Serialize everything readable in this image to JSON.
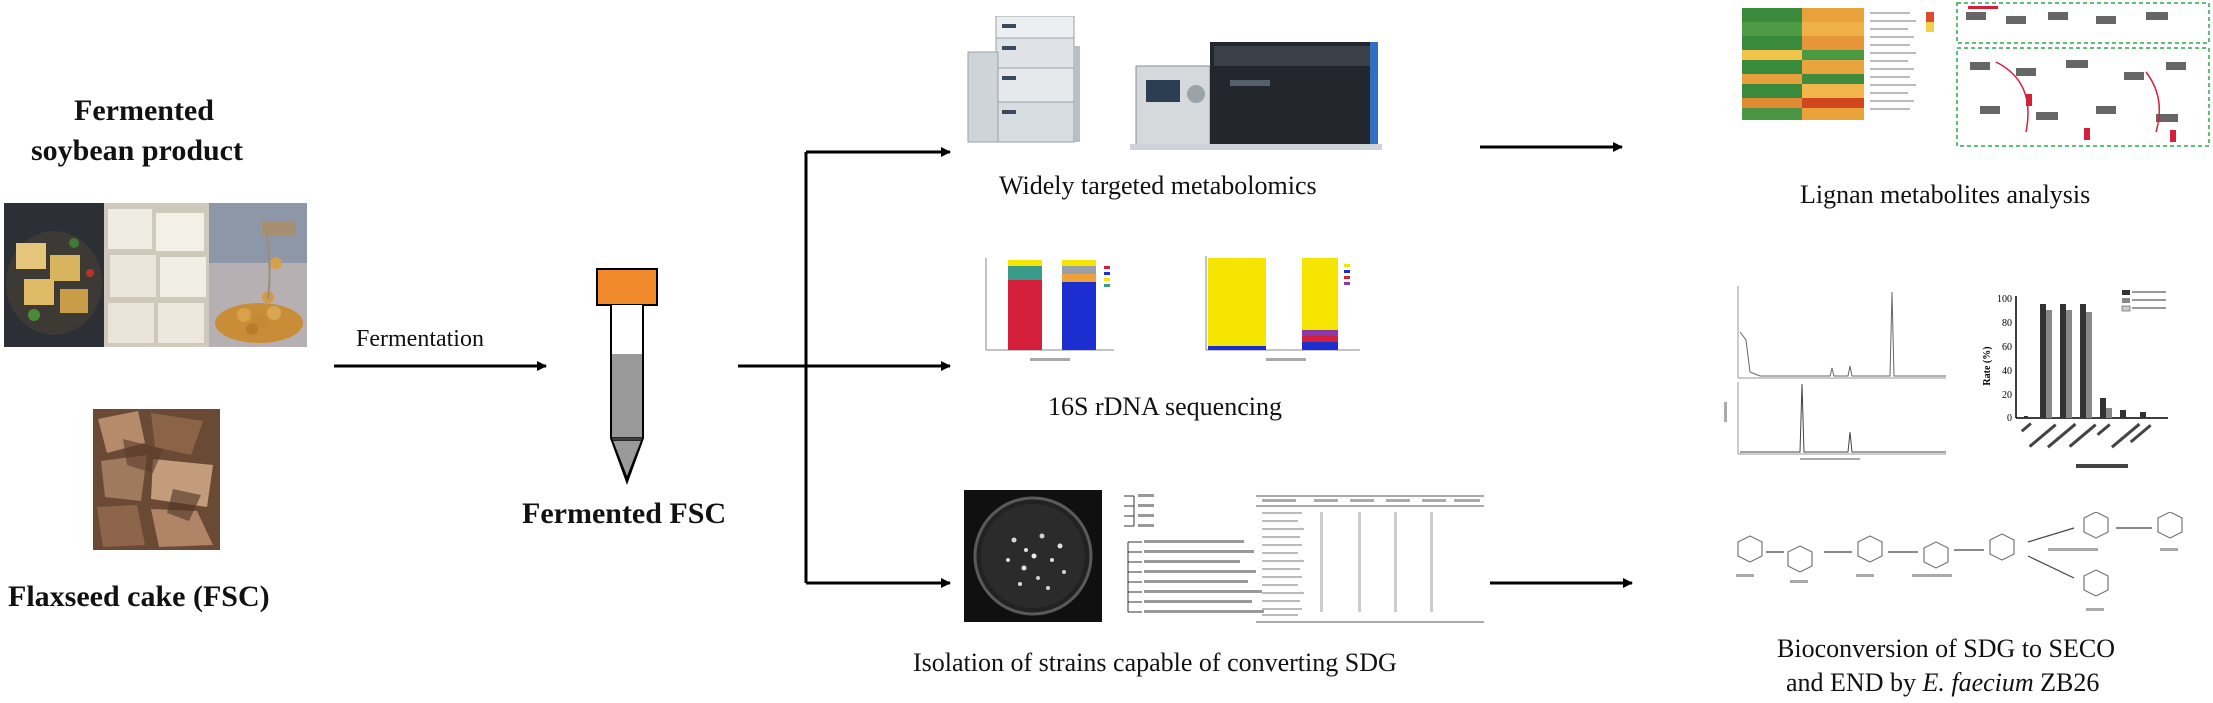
{
  "left": {
    "soybean_title_line1": "Fermented",
    "soybean_title_line2": "soybean product",
    "flaxseed_label": "Flaxseed cake (FSC)"
  },
  "process": {
    "fermentation_label": "Fermentation",
    "fermented_fsc_label": "Fermented FSC"
  },
  "methods": {
    "metabolomics_label": "Widely targeted metabolomics",
    "sequencing_label": "16S rDNA sequencing",
    "isolation_label": "Isolation of strains capable of converting SDG"
  },
  "results": {
    "lignan_label": "Lignan metabolites analysis",
    "bioconversion_line1": "Bioconversion of SDG to SECO",
    "bioconversion_line2_prefix": "and END by ",
    "bioconversion_species": "E. faecium",
    "bioconversion_strain": " ZB26"
  },
  "colors": {
    "tube_cap": "#f08a2a",
    "tube_liquid": "#9a9a9a",
    "stack_red": "#d4203a",
    "stack_yellow": "#f5e500",
    "stack_blue": "#1d2ed0",
    "heat_green": "#3a8a3c",
    "heat_orange": "#e9a23a"
  },
  "icons": [
    "food-photo",
    "flaxseed-photo",
    "centrifuge-tube-icon",
    "hplc-instrument-icon",
    "mass-spectrometer-icon",
    "petri-dish-icon"
  ]
}
